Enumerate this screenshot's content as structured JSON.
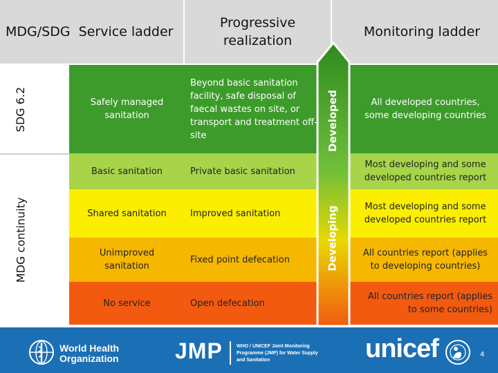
{
  "header": {
    "left_title": "MDG/SDG  Service ladder",
    "middle_title": "Progressive realization",
    "right_title": "Monitoring ladder"
  },
  "side_labels": {
    "sdg": "SDG 6.2",
    "mdg": "MDG continuity"
  },
  "arrow": {
    "top_label": "Developed",
    "bottom_label": "Developing"
  },
  "rows": [
    {
      "service": "Safely managed sanitation",
      "realization": "Beyond basic sanitation facility, safe disposal of faecal wastes on site, or transport and treatment off-site",
      "monitoring": "All developed countries, some developing countries"
    },
    {
      "service": "Basic sanitation",
      "realization": "Private basic sanitation",
      "monitoring": "Most developing and some developed countries report"
    },
    {
      "service": "Shared sanitation",
      "realization": "Improved sanitation",
      "monitoring": "Most developing and some developed countries report"
    },
    {
      "service": "Unimproved sanitation",
      "realization": "Fixed point defecation",
      "monitoring": "All countries report (applies to developing countries)"
    },
    {
      "service": "No service",
      "realization": "Open defecation",
      "monitoring": "All countries report (applies to some countries)"
    }
  ],
  "footer": {
    "who_line1": "World Health",
    "who_line2": "Organization",
    "jmp": "JMP",
    "jmp_line1": "WHO / UNICEF Joint Monitoring",
    "jmp_line2": "Programme (JMP) for Water Supply",
    "jmp_line3": "and Sanitation",
    "unicef": "unicef",
    "page_number": "4"
  },
  "colors": {
    "green": "#3d9b2b",
    "light_green": "#a8d44a",
    "yellow": "#fbee00",
    "orange": "#f6b700",
    "red": "#f25a10",
    "footer_blue": "#1b6fb5",
    "header_gray": "#d9d9d9"
  }
}
